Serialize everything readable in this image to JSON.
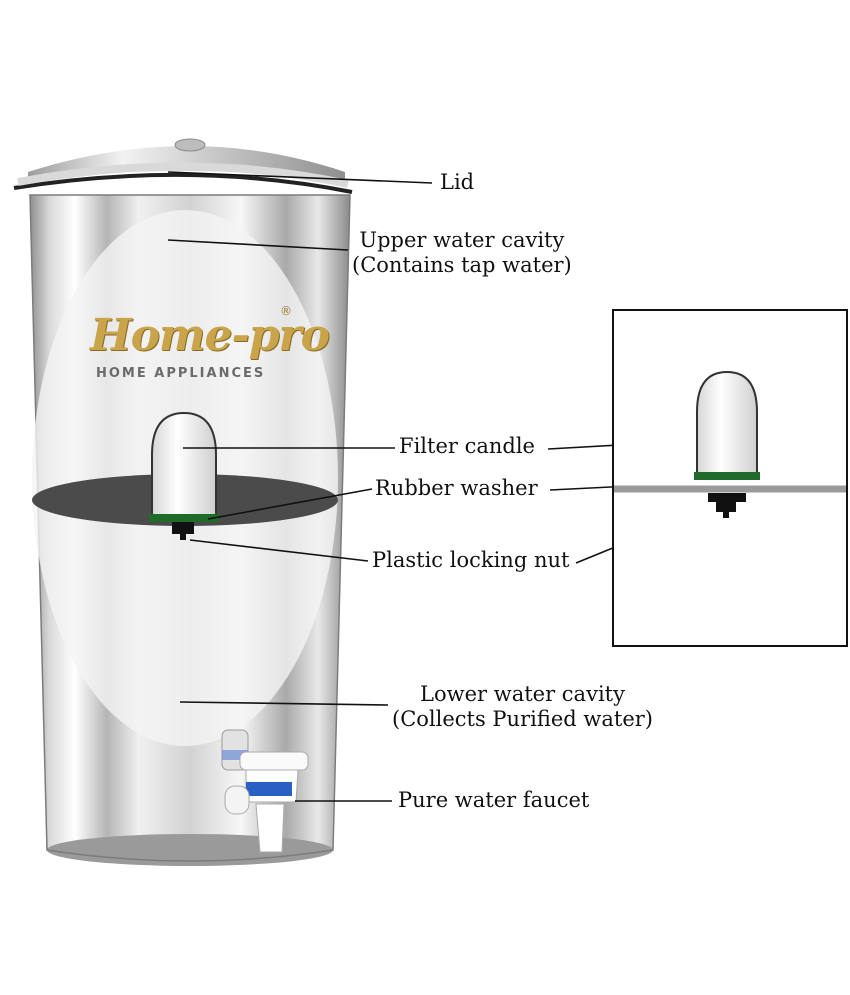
{
  "labels": {
    "lid": "Lid",
    "upper_line1": "Upper water cavity",
    "upper_line2": "(Contains tap water)",
    "filter_candle": "Filter candle",
    "rubber_washer": "Rubber washer",
    "plastic_locking_nut": "Plastic locking nut",
    "lower_line1": "Lower water cavity",
    "lower_line2": "(Collects Purified water)",
    "pure_water_faucet": "Pure water faucet"
  },
  "brand": {
    "name": "Home-pro",
    "registered_mark": "®",
    "tagline": "HOME APPLIANCES"
  },
  "colors": {
    "steel_light": "#f2f2f2",
    "steel_dark": "#9a9a9a",
    "washer_green": "#1f6b2a",
    "brand_gold": "#c9a44a",
    "faucet_blue": "#2a5fc4",
    "divider_plate": "#4a4a4a"
  }
}
